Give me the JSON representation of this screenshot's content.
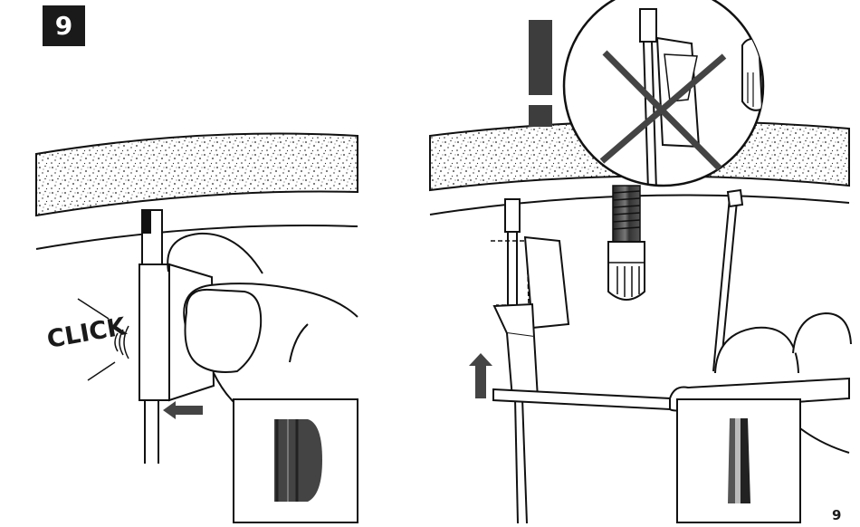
{
  "step": {
    "number": "9"
  },
  "sound_label": "CLICK",
  "page_number": "9",
  "icons": {
    "warning": "exclamation-icon",
    "direction_left": "arrow-left-icon",
    "direction_up": "arrow-up-icon",
    "prohibited": "cross-mark-icon"
  },
  "colors": {
    "ink": "#1a1a1a",
    "arrow": "#444444"
  }
}
